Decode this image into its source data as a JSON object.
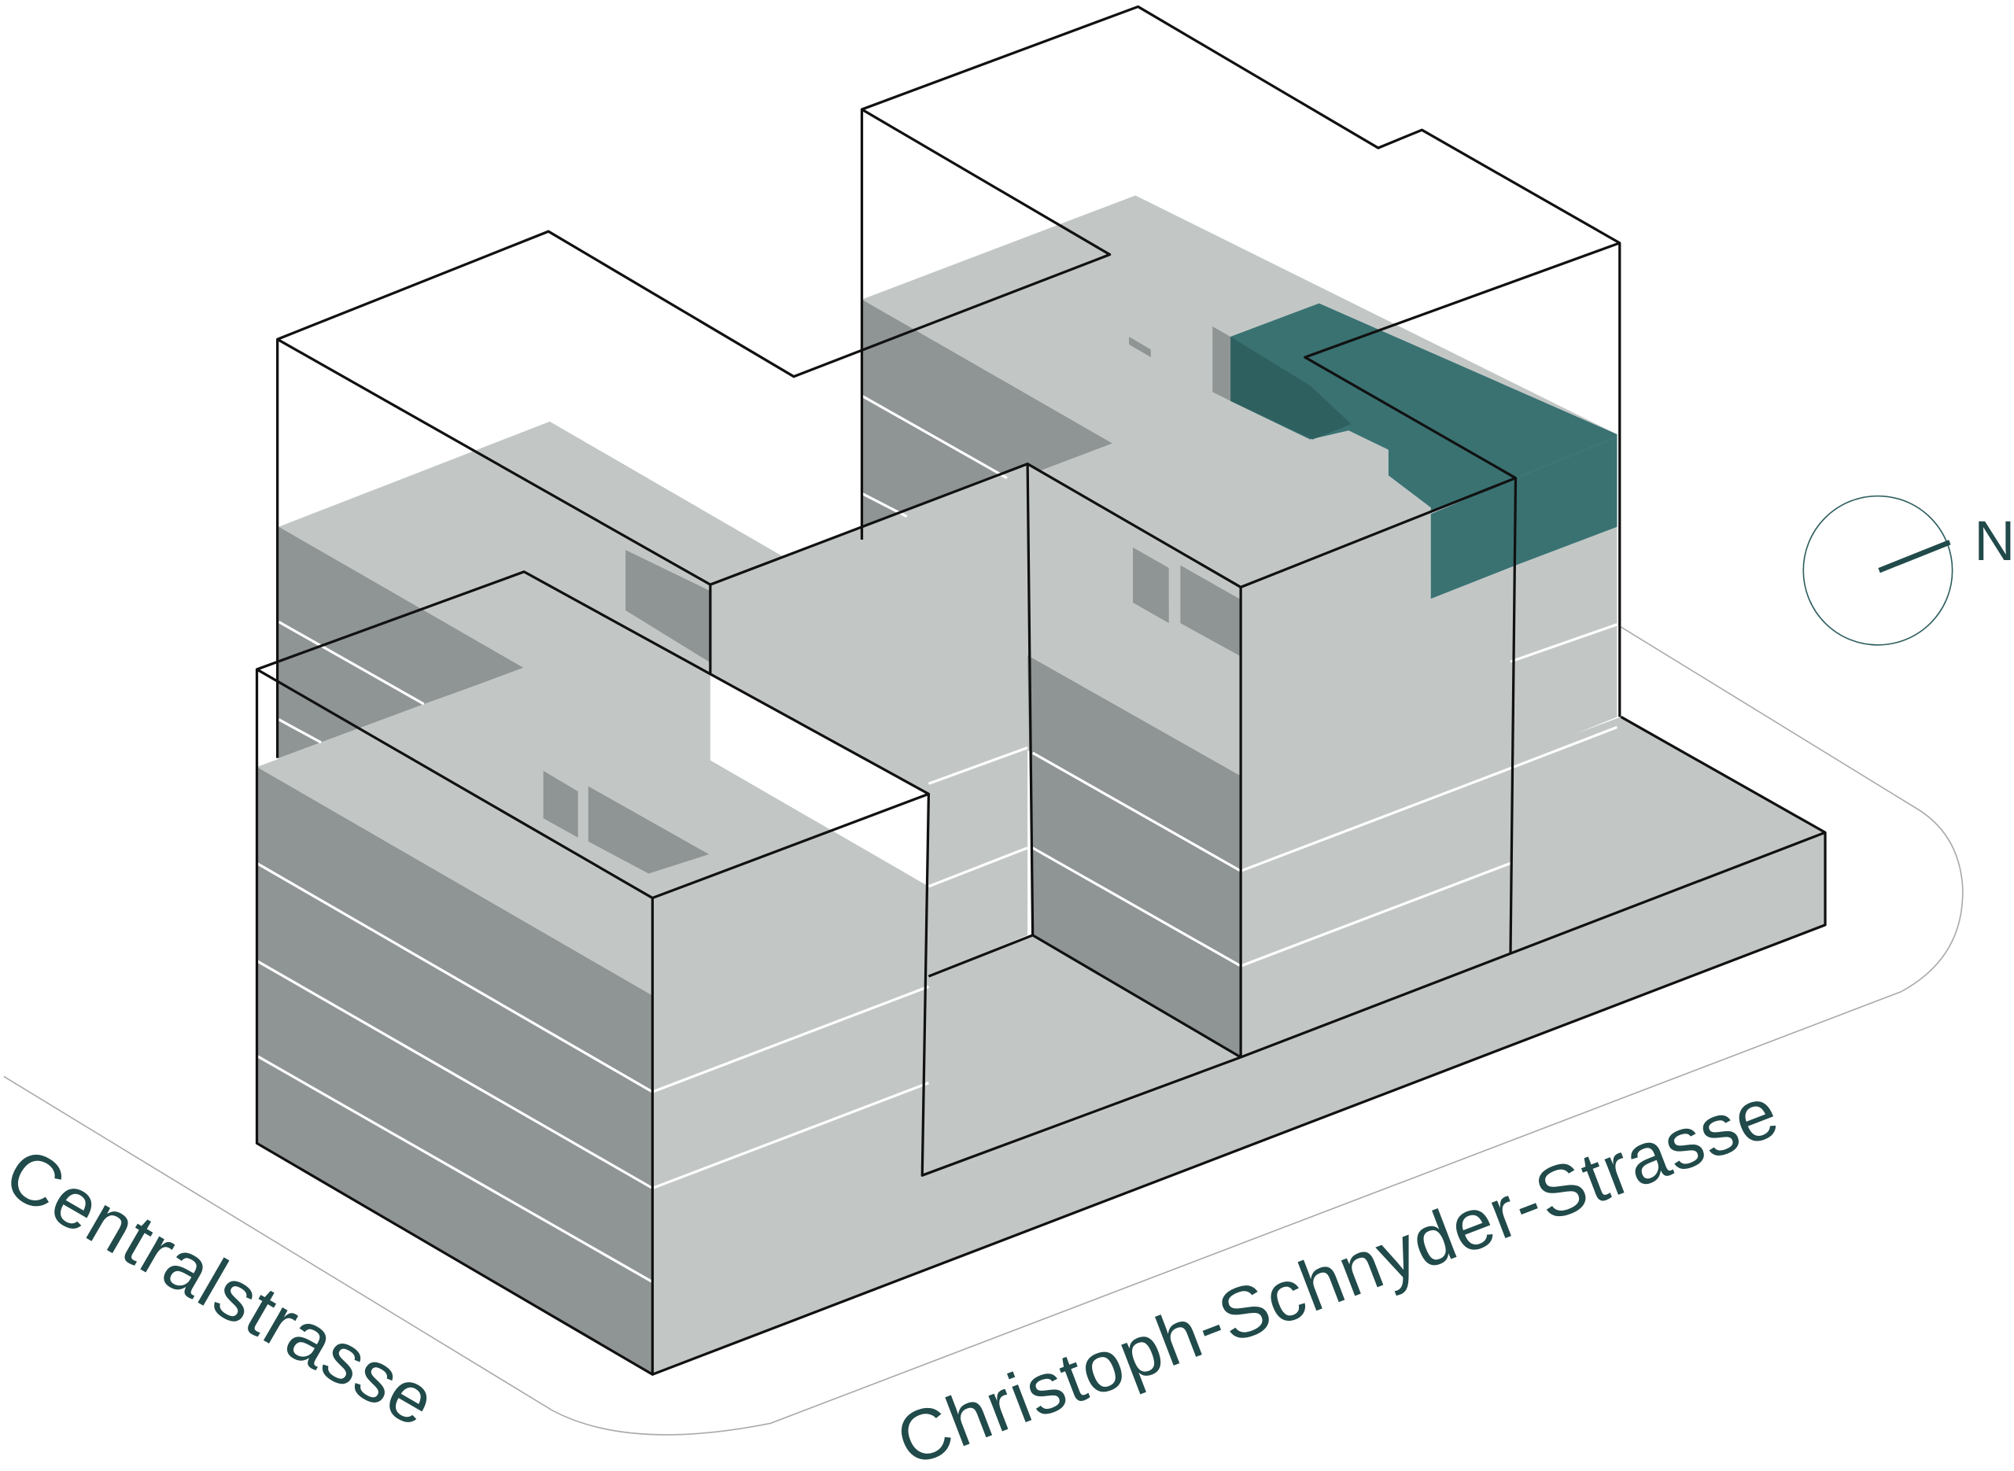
{
  "streets": {
    "west": "Centralstrasse",
    "south": "Christoph-Schnyder-Strasse"
  },
  "compass": {
    "label": "N"
  },
  "colors": {
    "light": "#c2c7c6",
    "dark": "#8f9594",
    "highlight": "#3a7272",
    "text": "#214a4a"
  }
}
